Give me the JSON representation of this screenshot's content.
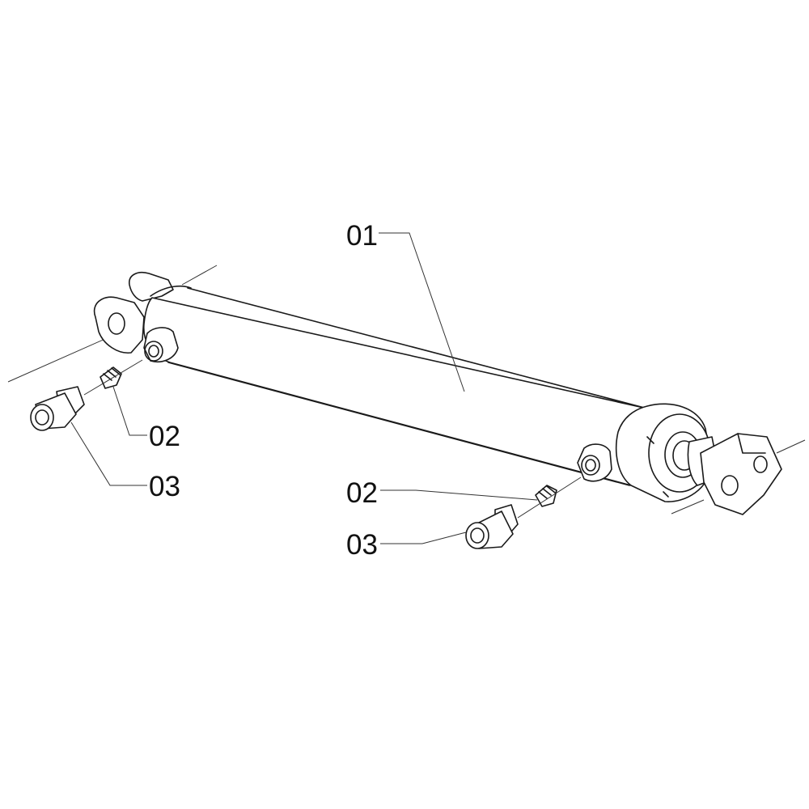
{
  "callouts": {
    "cylinder": "01",
    "plug_left": "02",
    "fitting_left": "03",
    "plug_right": "02",
    "fitting_right": "03"
  },
  "colors": {
    "line": "#1a1a1a",
    "leader": "#333333",
    "background": "#ffffff"
  }
}
